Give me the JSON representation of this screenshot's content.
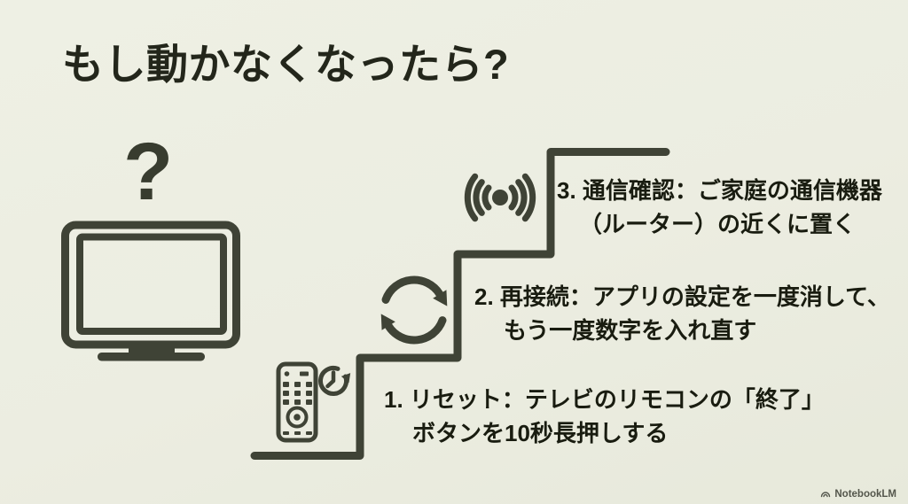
{
  "slide": {
    "title": "もし動かなくなったら?",
    "tv": {
      "question_mark": "?"
    },
    "steps": [
      {
        "id": 1,
        "icon": "remote-and-timer",
        "line1": "1. リセット：テレビのリモコンの「終了」",
        "line2": "ボタンを10秒長押しする"
      },
      {
        "id": 2,
        "icon": "refresh-arrows",
        "line1": "2. 再接続：アプリの設定を一度消して、",
        "line2": "もう一度数字を入れ直す"
      },
      {
        "id": 3,
        "icon": "wireless-signal",
        "line1": "3. 通信確認：ご家庭の通信機器",
        "line2": "（ルーター）の近くに置く"
      }
    ],
    "watermark": {
      "label": "NotebookLM"
    },
    "colors": {
      "background": "#ECEDE1",
      "ink": "#3F4336",
      "text": "#191C10"
    }
  }
}
